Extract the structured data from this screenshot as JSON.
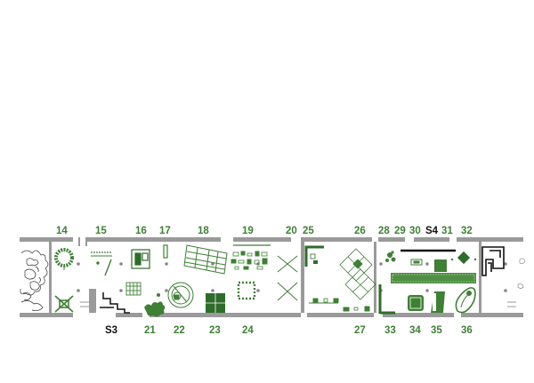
{
  "colors": {
    "accent_green": "#3f7f36",
    "dark_green": "#2f6b2a",
    "wall_gray": "#9a9a9a",
    "stair_black": "#111111",
    "background": "#ffffff"
  },
  "top_labels": [
    {
      "id": "14",
      "text": "14"
    },
    {
      "id": "15",
      "text": "15"
    },
    {
      "id": "16",
      "text": "16"
    },
    {
      "id": "17",
      "text": "17"
    },
    {
      "id": "18",
      "text": "18"
    },
    {
      "id": "19",
      "text": "19"
    },
    {
      "id": "20",
      "text": "20"
    },
    {
      "id": "25",
      "text": "25"
    },
    {
      "id": "26",
      "text": "26"
    },
    {
      "id": "28",
      "text": "28"
    },
    {
      "id": "29",
      "text": "29"
    },
    {
      "id": "30",
      "text": "30"
    },
    {
      "id": "S4",
      "text": "S4"
    },
    {
      "id": "31",
      "text": "31"
    },
    {
      "id": "32",
      "text": "32"
    }
  ],
  "bottom_labels": [
    {
      "id": "S3",
      "text": "S3"
    },
    {
      "id": "21",
      "text": "21"
    },
    {
      "id": "22",
      "text": "22"
    },
    {
      "id": "23",
      "text": "23"
    },
    {
      "id": "24",
      "text": "24"
    },
    {
      "id": "27",
      "text": "27"
    },
    {
      "id": "33",
      "text": "33"
    },
    {
      "id": "34",
      "text": "34"
    },
    {
      "id": "35",
      "text": "35"
    },
    {
      "id": "36",
      "text": "36"
    }
  ]
}
